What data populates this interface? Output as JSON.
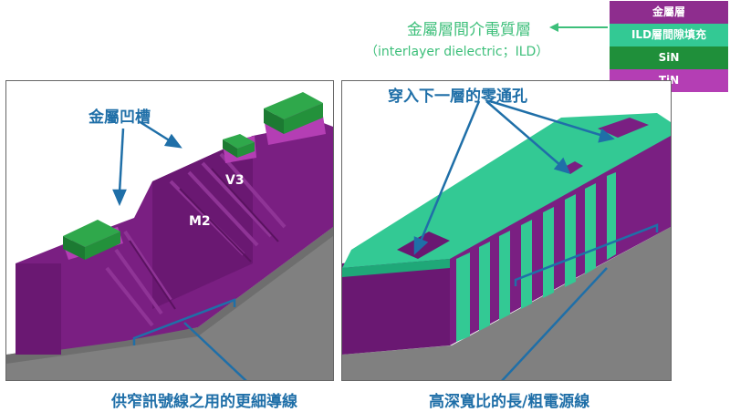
{
  "legend": {
    "items": [
      {
        "label": "金屬層",
        "color": "#8e2d8e"
      },
      {
        "label": "ILD層間隙填充",
        "color": "#33c994"
      },
      {
        "label": "SiN",
        "color": "#1f8f3a"
      },
      {
        "label": "TiN",
        "color": "#b43eb4"
      }
    ]
  },
  "ild": {
    "title": "金屬層間介電質層",
    "subtitle": "（interlayer dielectric；ILD）"
  },
  "left_panel": {
    "trench_label": "金屬凹槽",
    "via_label": "V3",
    "metal_label": "M2",
    "caption": "供窄訊號線之用的更細導線"
  },
  "right_panel": {
    "via_label": "穿入下一層的零通孔",
    "caption": "高深寬比的長/粗電源線"
  },
  "colors": {
    "metal": "#7a1f82",
    "metal_dark": "#5a1260",
    "ild": "#33c994",
    "sin": "#1f8f3a",
    "substrate": "#808080",
    "arrow": "#1f6fa8",
    "text_blue": "#1f6fa8",
    "text_green": "#3dbf7a"
  }
}
